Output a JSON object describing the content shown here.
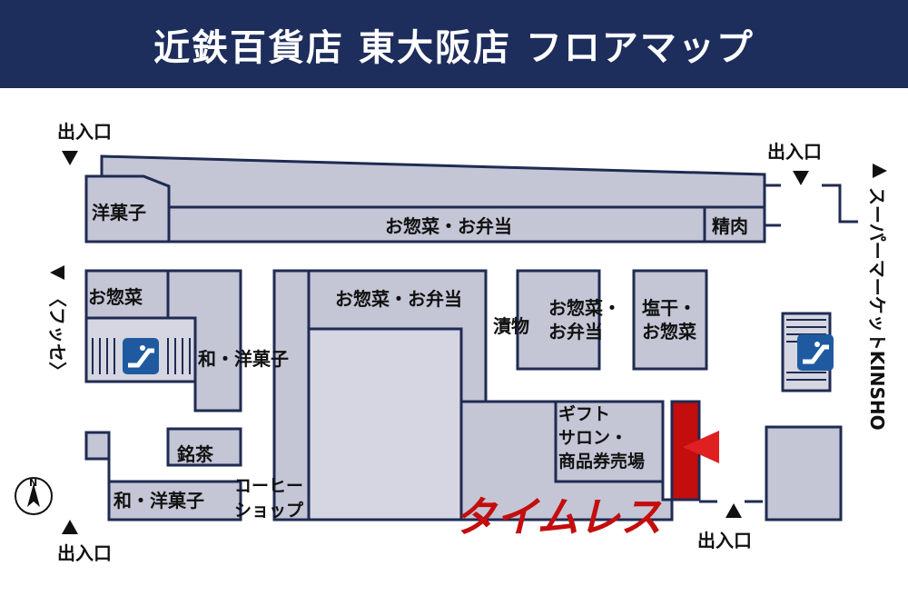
{
  "header": {
    "title": "近鉄百貨店 東大阪店 フロアマップ"
  },
  "exits": {
    "top_left": "出入口",
    "top_right": "出入口",
    "bottom_left": "出入口",
    "bottom_right": "出入口"
  },
  "directions": {
    "left": "〈フッセ〉",
    "right": "スーパーマーケットKINSHO"
  },
  "compass": "N",
  "zones": {
    "yogashi_top": "洋菓子",
    "osozai_obento_top": "お惣菜・お弁当",
    "seiniku": "精肉",
    "osozai_left": "お惣菜",
    "wa_yogashi_upper": "和・洋菓子",
    "osozai_obento_mid": "お惣菜・お弁当",
    "tsukemono": "漬物",
    "osozai_obento_small": [
      "お惣菜・",
      "お弁当"
    ],
    "shiohoshi_osozai": [
      "塩干・",
      "お惣菜"
    ],
    "meicha": "銘茶",
    "wa_yogashi_lower": "和・洋菓子",
    "coffee_shop": [
      "コーヒー",
      "ショップ"
    ],
    "gift_salon": [
      "ギフト",
      "サロン・",
      "商品券売場"
    ]
  },
  "store": {
    "name": "タイムレス",
    "highlight_color": "#c40d0d"
  },
  "colors": {
    "header_bg": "#1d2d5c",
    "zone_fill": "#c4c6d6",
    "border": "#1f2b52",
    "escalator": "#1f5aa0"
  }
}
